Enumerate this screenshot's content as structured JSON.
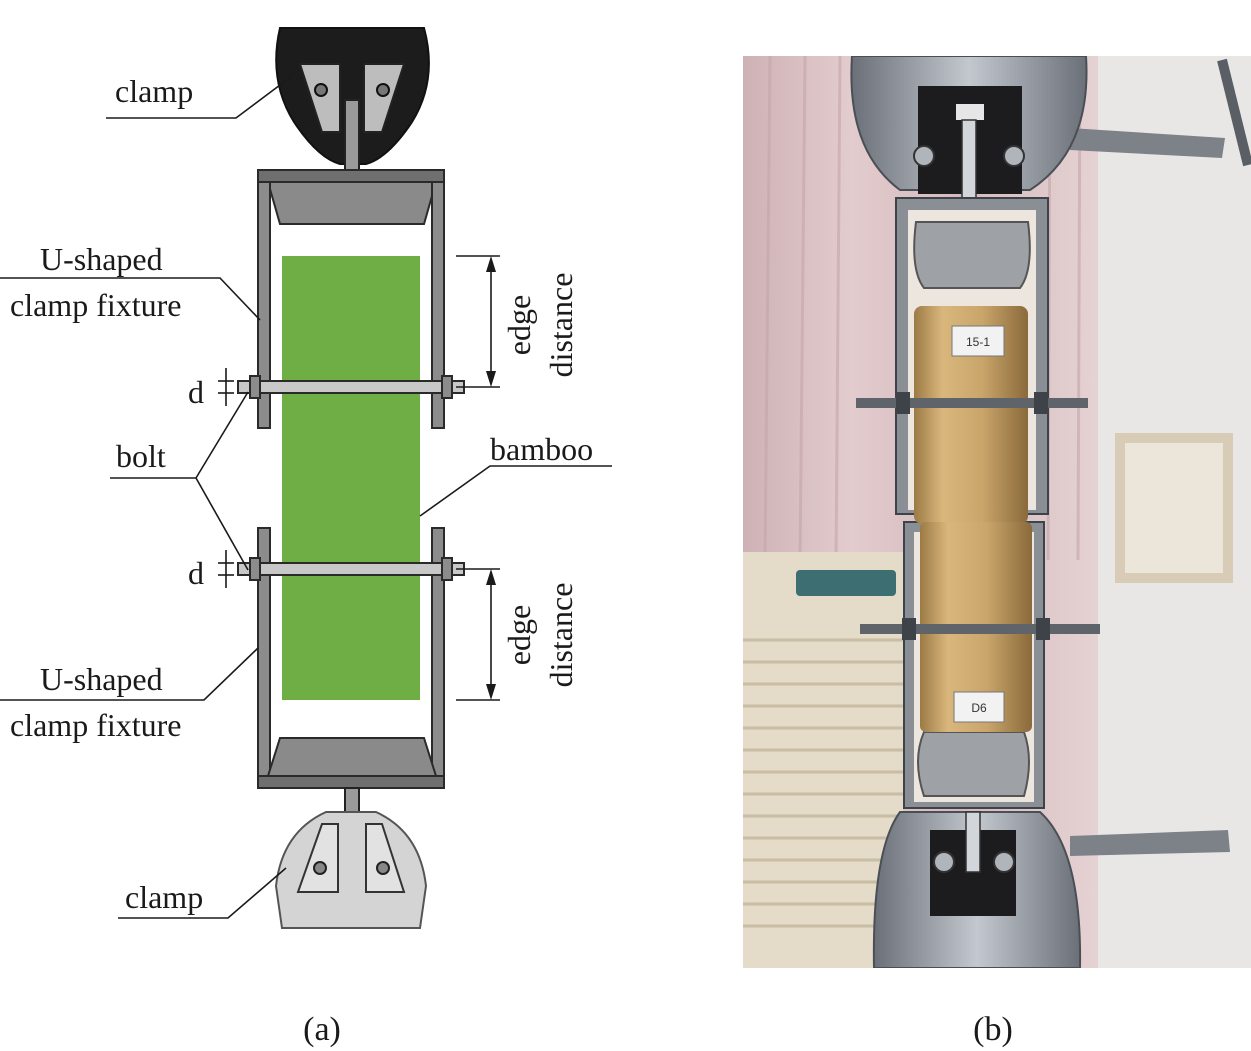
{
  "panel_a": {
    "labels": {
      "clamp_top": "clamp",
      "u_fixture_top_line1": "U-shaped",
      "u_fixture_top_line2": "clamp fixture",
      "edge_distance_top_line1": "edge",
      "edge_distance_top_line2": "distance",
      "d_top": "d",
      "bolt": "bolt",
      "bamboo": "bamboo",
      "d_bottom": "d",
      "edge_distance_bottom_line1": "edge",
      "edge_distance_bottom_line2": "distance",
      "u_fixture_bottom_line1": "U-shaped",
      "u_fixture_bottom_line2": "clamp fixture",
      "clamp_bottom": "clamp"
    },
    "caption": "(a)",
    "colors": {
      "bamboo": "#6fae44",
      "clamp_top": "#1c1c1c",
      "clamp_bottom": "#d4d4d4",
      "steel": "#8c8c8c"
    }
  },
  "panel_b": {
    "caption": "(b)",
    "specimen_label_top": "15-1",
    "specimen_label_bottom": "D6",
    "colors": {
      "background_curtain": "#d9c2c4",
      "wall": "#e9e7e5",
      "bamboo": "#c9a56a",
      "steel": "#9aa0a8"
    }
  }
}
